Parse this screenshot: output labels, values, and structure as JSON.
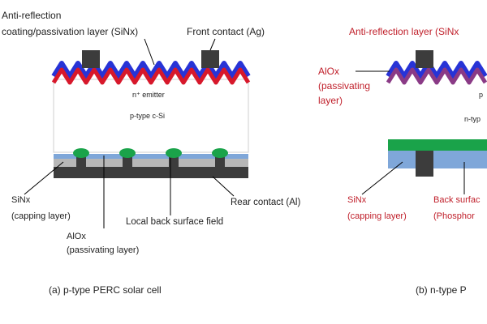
{
  "colors": {
    "sinx_blue": "#2733d6",
    "emitter_red": "#d7182b",
    "contact_dark": "#3c3c3c",
    "aluminum_gray": "#9a9a9a",
    "alox_blue": "#7fa7d9",
    "bsf_green": "#1aa34a",
    "red_label": "#c0202b",
    "text": "#222222"
  },
  "panel_a": {
    "label_arc_1": "Anti-reflection",
    "label_arc_2": "coating/passivation layer (SiNx)",
    "label_front_contact": "Front contact (Ag)",
    "label_emitter": "n⁺ emitter",
    "label_bulk": "p-type c-Si",
    "label_sinx_1": "SiNx",
    "label_sinx_2": "(capping layer)",
    "label_alox_1": "AlOx",
    "label_alox_2": "(passivating layer)",
    "label_lbsf": "Local back surface field",
    "label_rear_contact": "Rear contact (Al)",
    "caption": "(a) p-type PERC solar cell"
  },
  "panel_b": {
    "label_arc": "Anti-reflection layer (SiNx",
    "label_alox_1": "AlOx",
    "label_alox_2": "(passivating",
    "label_alox_3": "layer)",
    "label_emitter_partial": "p",
    "label_bulk_partial": "n-typ",
    "label_sinx_1": "SiNx",
    "label_sinx_2": "(capping layer)",
    "label_bsf_1": "Back surfac",
    "label_bsf_2": "(Phosphor",
    "caption": "(b) n-type P"
  }
}
